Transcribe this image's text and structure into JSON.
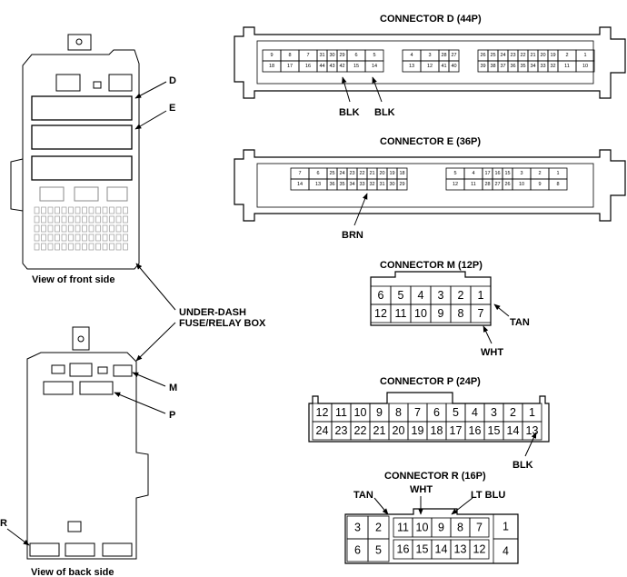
{
  "views": {
    "front_caption": "View of front side",
    "back_caption": "View of back side",
    "box_label_line1": "UNDER-DASH",
    "box_label_line2": "FUSE/RELAY BOX",
    "front_callouts": {
      "d": "D",
      "e": "E"
    },
    "back_callouts": {
      "m": "M",
      "p": "P",
      "r": "R"
    }
  },
  "connector_d": {
    "title": "CONNECTOR D (44P)",
    "blk1": "BLK",
    "blk2": "BLK",
    "group1_top": [
      "9",
      "8",
      "7",
      "31",
      "30",
      "29",
      "6",
      "5"
    ],
    "group1_bottom": [
      "18",
      "17",
      "16",
      "44",
      "43",
      "42",
      "15",
      "14"
    ],
    "group2_top": [
      "4",
      "3",
      "28",
      "27"
    ],
    "group2_bottom": [
      "13",
      "12",
      "41",
      "40"
    ],
    "group3_top": [
      "26",
      "25",
      "24",
      "23",
      "22",
      "21",
      "20",
      "19",
      "2",
      "1"
    ],
    "group3_bottom": [
      "39",
      "38",
      "37",
      "36",
      "35",
      "34",
      "33",
      "32",
      "11",
      "10"
    ]
  },
  "connector_e": {
    "title": "CONNECTOR E (36P)",
    "brn": "BRN",
    "group1_top": [
      "7",
      "6",
      "25",
      "24",
      "23",
      "22",
      "21",
      "20",
      "19",
      "18"
    ],
    "group1_bottom": [
      "14",
      "13",
      "36",
      "35",
      "34",
      "33",
      "32",
      "31",
      "30",
      "29"
    ],
    "group2_top": [
      "5",
      "4",
      "17",
      "16",
      "15",
      "3",
      "2",
      "1"
    ],
    "group2_bottom": [
      "12",
      "11",
      "28",
      "27",
      "26",
      "10",
      "9",
      "8"
    ]
  },
  "connector_m": {
    "title": "CONNECTOR M (12P)",
    "top": [
      "6",
      "5",
      "4",
      "3",
      "2",
      "1"
    ],
    "bottom": [
      "12",
      "11",
      "10",
      "9",
      "8",
      "7"
    ],
    "tan": "TAN",
    "wht": "WHT"
  },
  "connector_p": {
    "title": "CONNECTOR P (24P)",
    "top": [
      "12",
      "11",
      "10",
      "9",
      "8",
      "7",
      "6",
      "5",
      "4",
      "3",
      "2",
      "1"
    ],
    "bottom": [
      "24",
      "23",
      "22",
      "21",
      "20",
      "19",
      "18",
      "17",
      "16",
      "15",
      "14",
      "13"
    ],
    "blk": "BLK"
  },
  "connector_r": {
    "title": "CONNECTOR R (16P)",
    "tan": "TAN",
    "wht": "WHT",
    "ltblu": "LT BLU",
    "left_top": [
      "3",
      "2"
    ],
    "left_bottom": [
      "6",
      "5"
    ],
    "mid_top": [
      "11",
      "10",
      "9",
      "8",
      "7"
    ],
    "mid_bottom": [
      "16",
      "15",
      "14",
      "13",
      "12"
    ],
    "right_top": "1",
    "right_bottom": "4"
  }
}
